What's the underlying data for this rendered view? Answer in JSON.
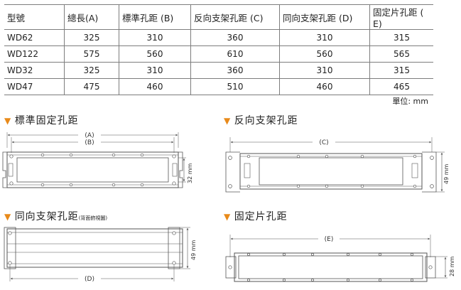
{
  "table": {
    "headers": [
      "型號",
      "總長(A)",
      "標準孔距 (B)",
      "反向支架孔距 (C)",
      "同向支架孔距 (D)",
      "固定片孔距 ( E)"
    ],
    "rows": [
      [
        "WD62",
        "325",
        "310",
        "360",
        "310",
        "315"
      ],
      [
        "WD122",
        "575",
        "560",
        "610",
        "560",
        "565"
      ],
      [
        "WD32",
        "325",
        "310",
        "360",
        "310",
        "315"
      ],
      [
        "WD47",
        "475",
        "460",
        "510",
        "460",
        "465"
      ]
    ]
  },
  "unit_note": "單位: mm",
  "sections": {
    "standard": {
      "title": "標準固定孔距",
      "label_a": "(A)",
      "label_b": "(B)",
      "height": "32 mm"
    },
    "reverse": {
      "title": "反向支架孔距",
      "label_c": "(C)",
      "height": "49 mm"
    },
    "same": {
      "title": "同向支架孔距",
      "note": "(背面俯視圖)",
      "label_d": "(D)",
      "height": "49 mm"
    },
    "fixed": {
      "title": "固定片孔距",
      "label_e": "(E)",
      "height": "28 mm"
    }
  },
  "colors": {
    "triangle": "#e88a1a",
    "lines": "#555555"
  }
}
